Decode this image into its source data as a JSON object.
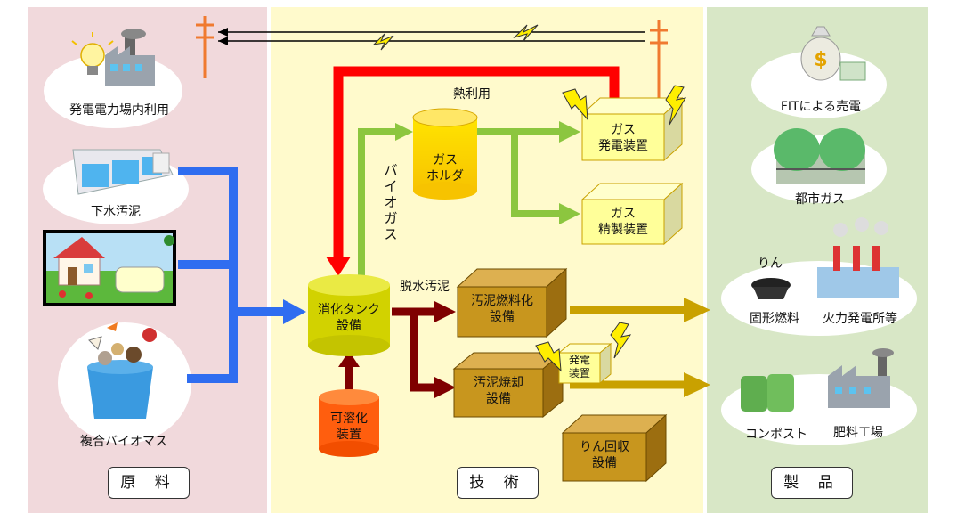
{
  "panels": {
    "left": "原 料",
    "middle": "技 術",
    "right": "製 品"
  },
  "raw_materials": {
    "power_use": "発電電力場内利用",
    "sewage_sludge": "下水汚泥",
    "mixed_biomass": "複合バイオマス"
  },
  "technology": {
    "digester": [
      "消化タンク",
      "設備"
    ],
    "solubilizer": [
      "可溶化",
      "装置"
    ],
    "gas_holder": [
      "ガス",
      "ホルダ"
    ],
    "gas_generator": [
      "ガス",
      "発電装置"
    ],
    "gas_refiner": [
      "ガス",
      "精製装置"
    ],
    "sludge_fuel": [
      "汚泥燃料化",
      "設備"
    ],
    "incineration": [
      "汚泥焼却",
      "設備"
    ],
    "incin_generator": [
      "発電",
      "装置"
    ],
    "phosphorus": [
      "りん回収",
      "設備"
    ],
    "label_heat": "熱利用",
    "label_biogas": "バイオガス",
    "label_dewatered": "脱水汚泥"
  },
  "products": {
    "fit": "FITによる売電",
    "city_gas": "都市ガス",
    "phosphorus_small": "りん",
    "solid_fuel": "固形燃料",
    "thermal_plant": "火力発電所等",
    "compost": "コンポスト",
    "fertilizer": "肥料工場"
  },
  "icons": [
    "lightbulb-icon",
    "factory-icon",
    "utility-pole-icon",
    "lightning-icon",
    "money-bag-icon",
    "gas-tank-icon",
    "coal-cart-icon",
    "power-plant-icon",
    "compost-bin-icon",
    "house-icon",
    "tank-icon",
    "bucket-icon"
  ],
  "colors": {
    "left_bg": "#f1d9dc",
    "middle_bg": "#fffacc",
    "right_bg": "#d8e7c6",
    "blue_arrow": "#2f6df0",
    "green_arrow": "#8cc63f",
    "red_arrow": "#ff0000",
    "dark_red_arrow": "#7f0000",
    "gold_arrow": "#c9a100",
    "box_yellow": "#ffff99",
    "box_brown": "#c8961e"
  }
}
